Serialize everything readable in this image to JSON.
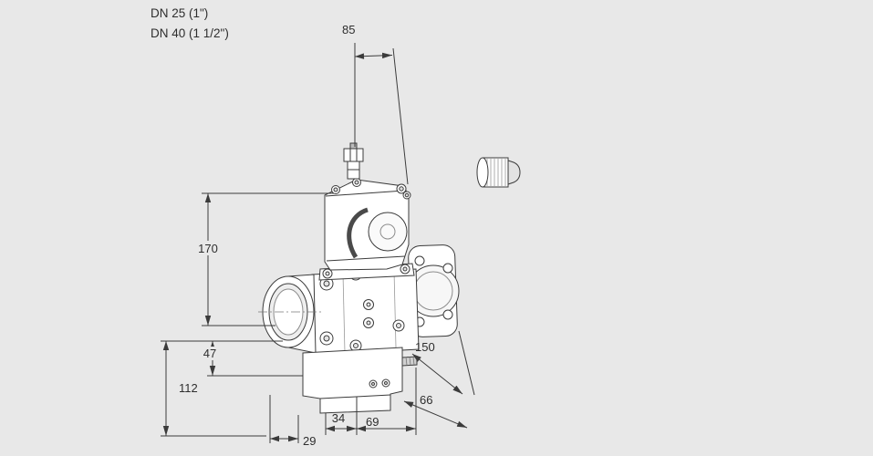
{
  "labels": {
    "dn_line1": "DN 25 (1\")",
    "dn_line2": "DN 40 (1 1/2\")"
  },
  "dimensions": {
    "width_top": "85",
    "height_actuator": "170",
    "height_port": "47",
    "height_lower": "112",
    "depth_flange": "150",
    "depth_block": "66",
    "width_block_inner": "34",
    "width_block": "69",
    "offset_left": "29"
  },
  "colors": {
    "background": "#e8e8e8",
    "line": "#3b3b3b",
    "text": "#2e2e2e"
  }
}
